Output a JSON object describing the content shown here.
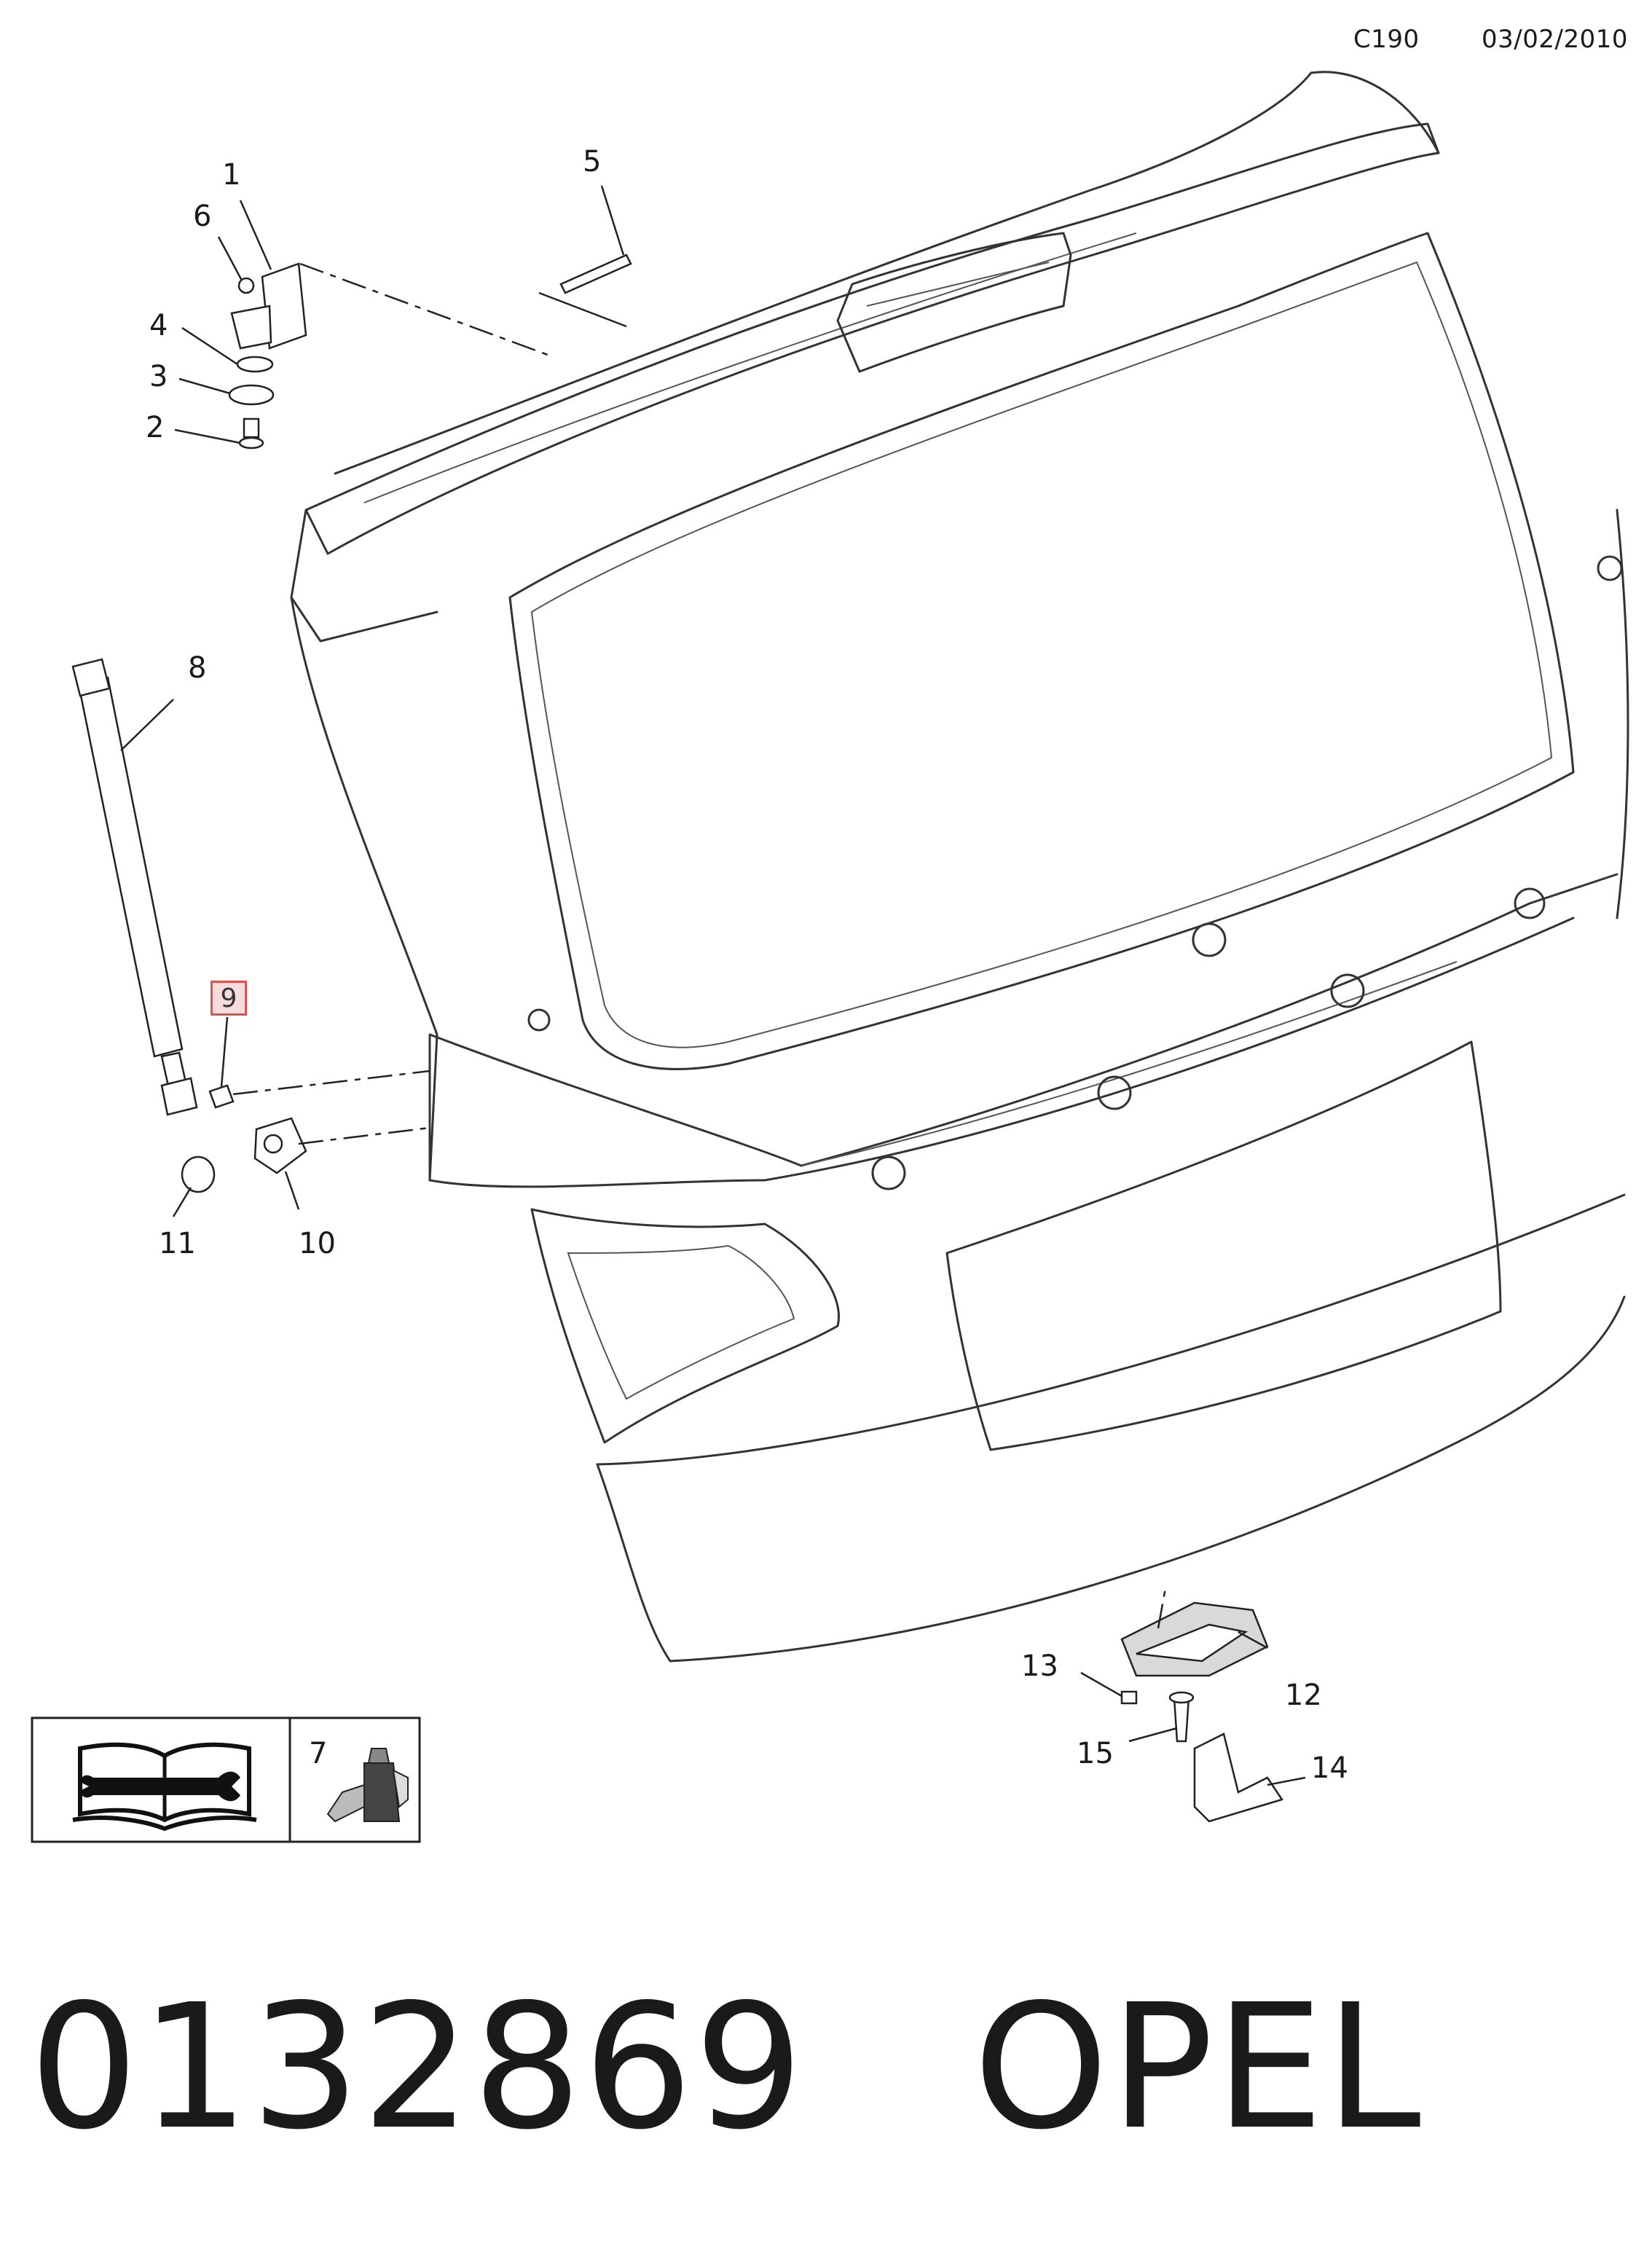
{
  "header": {
    "code": "C190",
    "date": "03/02/2010"
  },
  "callouts": [
    "1",
    "2",
    "3",
    "4",
    "5",
    "6",
    "7",
    "8",
    "9",
    "10",
    "11",
    "12",
    "13",
    "14",
    "15"
  ],
  "highlighted_callout": "9",
  "legend": {
    "left_icon": "wrench-book-icon",
    "right_number": "7",
    "right_icon": "adhesive-bottle-icon"
  },
  "footer": {
    "part_number": "0132869",
    "brand": "OPEL"
  }
}
